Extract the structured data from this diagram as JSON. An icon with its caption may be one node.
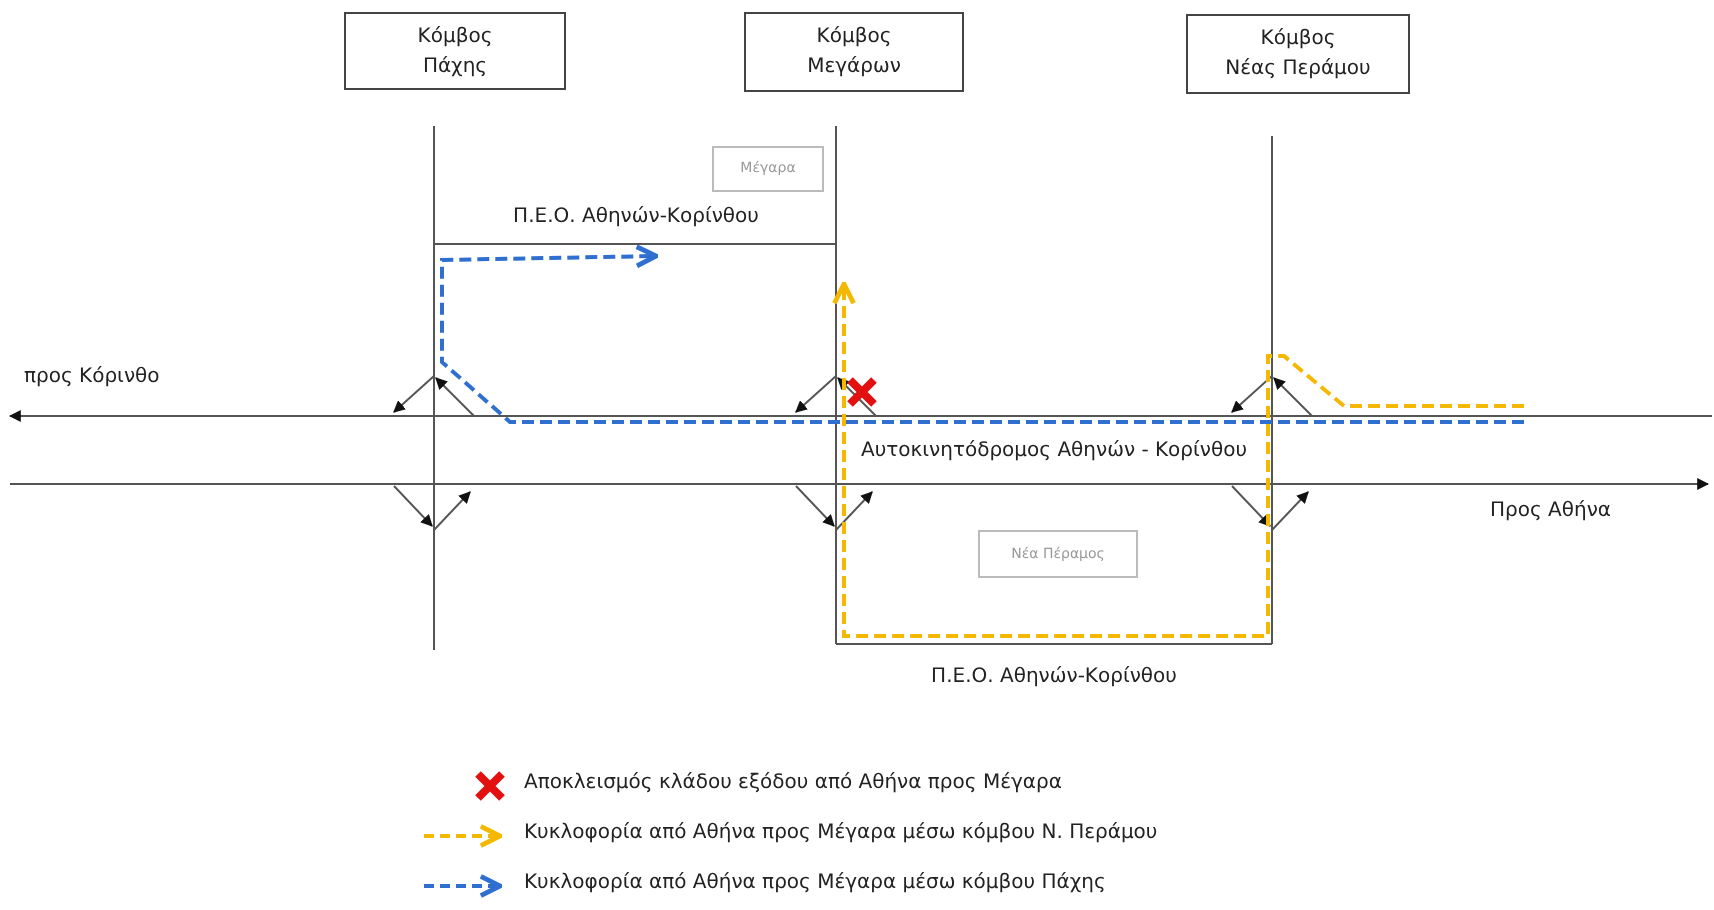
{
  "diagram": {
    "nodes": [
      {
        "text": [
          "Κόμβος Πάχης"
        ]
      },
      {
        "text": [
          "Κόμβος Μεγάρων"
        ]
      },
      {
        "text": [
          "Κόμβος Νέας Περάμου"
        ]
      },
      {
        "text": [
          "Μέγαρα"
        ]
      },
      {
        "text": [
          "Νέα Πέραμος"
        ]
      }
    ],
    "labels": [
      "Π.Ε.Ο. Αθηνών-Κορίνθου",
      "προς Κόρινθο",
      "Αυτοκινητόδρομος Αθηνών - Κορίνθου",
      "Προς Αθήνα",
      "Π.Ε.Ο. Αθηνών-Κορίνθου"
    ],
    "legend": [
      {
        "text": "Αποκλεισμός κλάδου εξόδου από Αθήνα προς Μέγαρα"
      },
      {
        "text": "Κυκλοφορία από Αθήνα προς Μέγαρα μέσω κόμβου Ν. Περάμου"
      },
      {
        "text": "Κυκλοφορία από Αθήνα προς Μέγαρα μέσω κόμβου Πάχης"
      }
    ]
  }
}
